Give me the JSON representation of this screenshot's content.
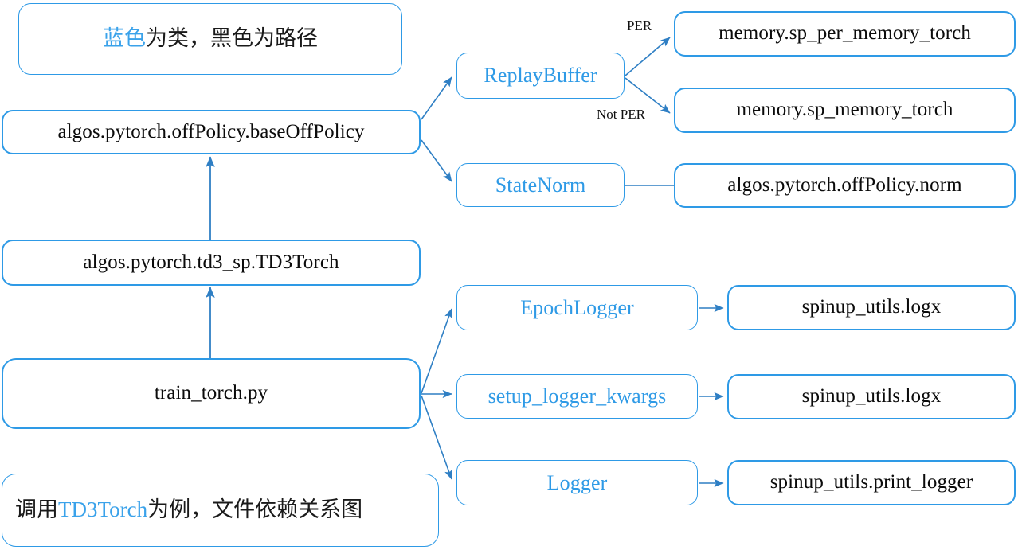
{
  "diagram": {
    "title_caption": "调用TD3Torch为例，文件依赖关系图",
    "legend": {
      "blue_part": "蓝色",
      "rest_part": "为类，黑色为路径"
    },
    "colors": {
      "accent_blue": "#2e9ae6",
      "class_text_blue": "#3aa2ea",
      "path_text_black": "#0b0b0b",
      "background": "#ffffff",
      "edge_blue": "#2f7fc4"
    },
    "caption": {
      "prefix": "调用",
      "highlight": "TD3Torch",
      "suffix": "为例，文件依赖关系图"
    },
    "nodes": [
      {
        "id": "legend",
        "kind": "legend",
        "label": "蓝色为类，黑色为路径"
      },
      {
        "id": "baseoffpolicy",
        "kind": "path",
        "label": "algos.pytorch.offPolicy.baseOffPolicy"
      },
      {
        "id": "td3torch",
        "kind": "path",
        "label": "algos.pytorch.td3_sp.TD3Torch"
      },
      {
        "id": "train",
        "kind": "path",
        "label": "train_torch.py"
      },
      {
        "id": "caption",
        "kind": "caption",
        "label": "调用TD3Torch为例，文件依赖关系图"
      },
      {
        "id": "replaybuffer",
        "kind": "class",
        "label": "ReplayBuffer"
      },
      {
        "id": "statenorm",
        "kind": "class",
        "label": "StateNorm"
      },
      {
        "id": "permem",
        "kind": "path",
        "label": "memory.sp_per_memory_torch"
      },
      {
        "id": "mem",
        "kind": "path",
        "label": "memory.sp_memory_torch"
      },
      {
        "id": "norm",
        "kind": "path",
        "label": "algos.pytorch.offPolicy.norm"
      },
      {
        "id": "epochlogger",
        "kind": "class",
        "label": "EpochLogger"
      },
      {
        "id": "setupkwargs",
        "kind": "class",
        "label": "setup_logger_kwargs"
      },
      {
        "id": "logger",
        "kind": "class",
        "label": "Logger"
      },
      {
        "id": "logx1",
        "kind": "path",
        "label": "spinup_utils.logx"
      },
      {
        "id": "logx2",
        "kind": "path",
        "label": "spinup_utils.logx"
      },
      {
        "id": "printlogger",
        "kind": "path",
        "label": "spinup_utils.print_logger"
      }
    ],
    "edge_labels": [
      {
        "id": "per",
        "text": "PER"
      },
      {
        "id": "not_per",
        "text": "Not PER"
      }
    ],
    "edges": [
      {
        "from": "baseoffpolicy",
        "to": "replaybuffer",
        "label": ""
      },
      {
        "from": "baseoffpolicy",
        "to": "statenorm",
        "label": ""
      },
      {
        "from": "replaybuffer",
        "to": "permem",
        "label": "PER"
      },
      {
        "from": "replaybuffer",
        "to": "mem",
        "label": "Not PER"
      },
      {
        "from": "statenorm",
        "to": "norm",
        "label": ""
      },
      {
        "from": "td3torch",
        "to": "baseoffpolicy",
        "label": ""
      },
      {
        "from": "train",
        "to": "td3torch",
        "label": ""
      },
      {
        "from": "train",
        "to": "epochlogger",
        "label": ""
      },
      {
        "from": "train",
        "to": "setupkwargs",
        "label": ""
      },
      {
        "from": "train",
        "to": "logger",
        "label": ""
      },
      {
        "from": "epochlogger",
        "to": "logx1",
        "label": ""
      },
      {
        "from": "setupkwargs",
        "to": "logx2",
        "label": ""
      },
      {
        "from": "logger",
        "to": "printlogger",
        "label": ""
      }
    ]
  }
}
